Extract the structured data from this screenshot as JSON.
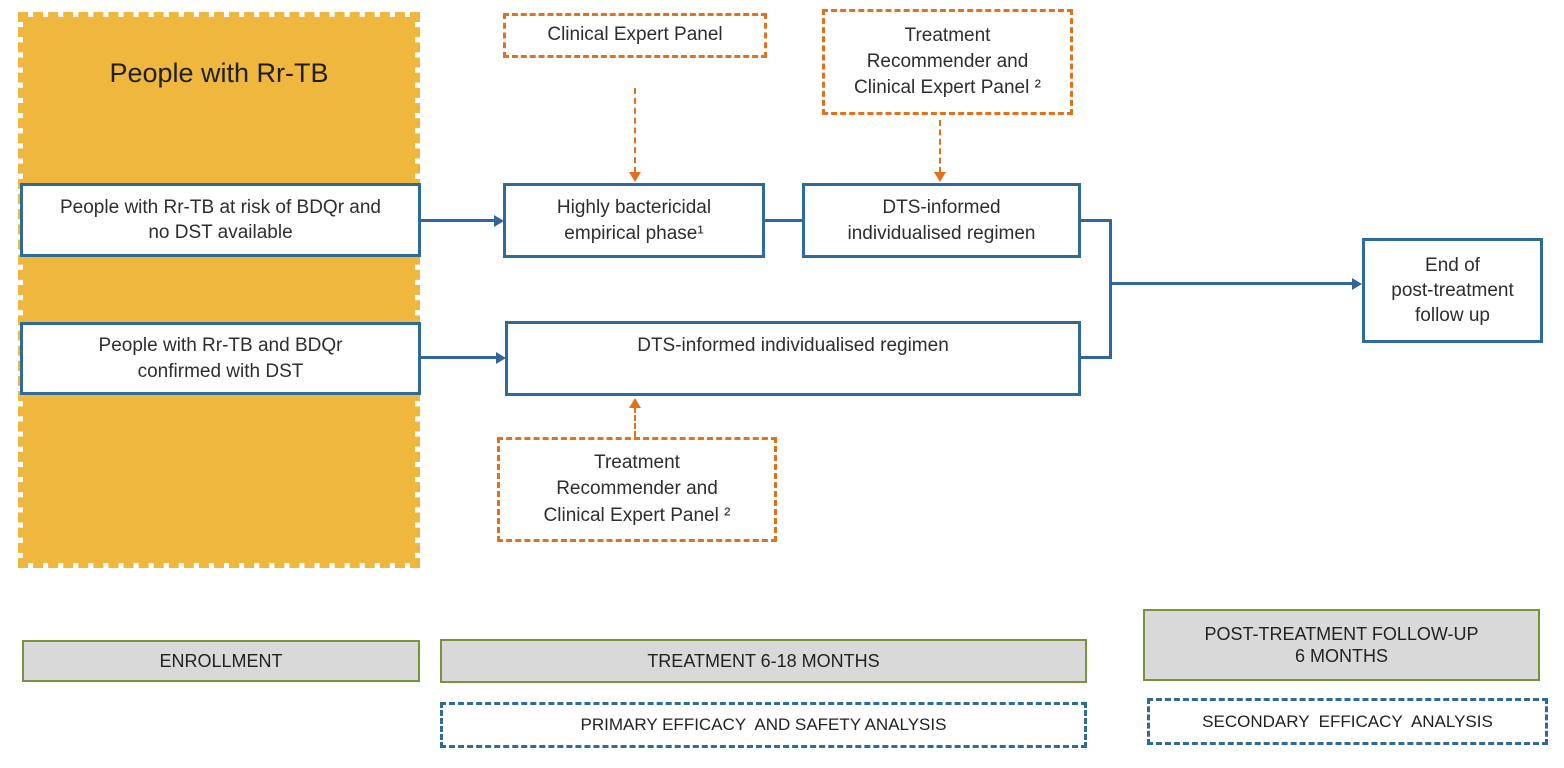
{
  "colors": {
    "pool_yellow": "#EFB73D",
    "box_blue": "#2E6B9B",
    "advisory_orange": "#E2711E",
    "band_gray_fill": "#D9D9D9",
    "band_olive_border": "#77933C",
    "text": "#2E2E2E"
  },
  "pool": {
    "title": "People with Rr-TB"
  },
  "cohorts": {
    "no_dst": "People with Rr-TB at risk of BDQr and no DST available",
    "confirmed_dst": "People with Rr-TB and BDQr confirmed with DST"
  },
  "panels": {
    "clinical_expert": "Clinical Expert Panel",
    "recommender_top": {
      "lines": [
        "Treatment",
        "Recommender and",
        "Clinical Expert Panel ²"
      ]
    },
    "recommender_bottom": {
      "lines": [
        "Treatment",
        "Recommender and",
        "Clinical Expert Panel ²"
      ]
    }
  },
  "treatment": {
    "empirical": {
      "lines": [
        "Highly bactericidal",
        "empirical phase¹"
      ]
    },
    "dts_individualised": {
      "lines": [
        "DTS-informed",
        "individualised regimen"
      ]
    },
    "dts_individualised_long": "DTS-informed individualised regimen",
    "end_followup": {
      "lines": [
        "End of",
        "post-treatment",
        "follow up"
      ]
    }
  },
  "phases": {
    "enrollment": "ENROLLMENT",
    "treatment": "TREATMENT 6-18 MONTHS",
    "post_treatment": {
      "lines": [
        "POST-TREATMENT FOLLOW-UP",
        "6 MONTHS"
      ]
    }
  },
  "analyses": {
    "primary": "PRIMARY EFFICACY  AND SAFETY ANALYSIS",
    "secondary": "SECONDARY  EFFICACY  ANALYSIS"
  }
}
